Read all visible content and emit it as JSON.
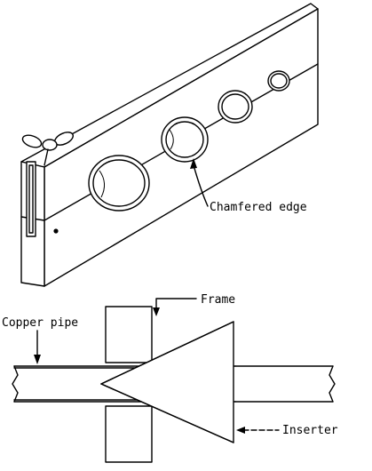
{
  "labels": {
    "chamfered_edge": "Chamfered edge",
    "frame": "Frame",
    "copper_pipe": "Copper pipe",
    "inserter": "Inserter"
  }
}
